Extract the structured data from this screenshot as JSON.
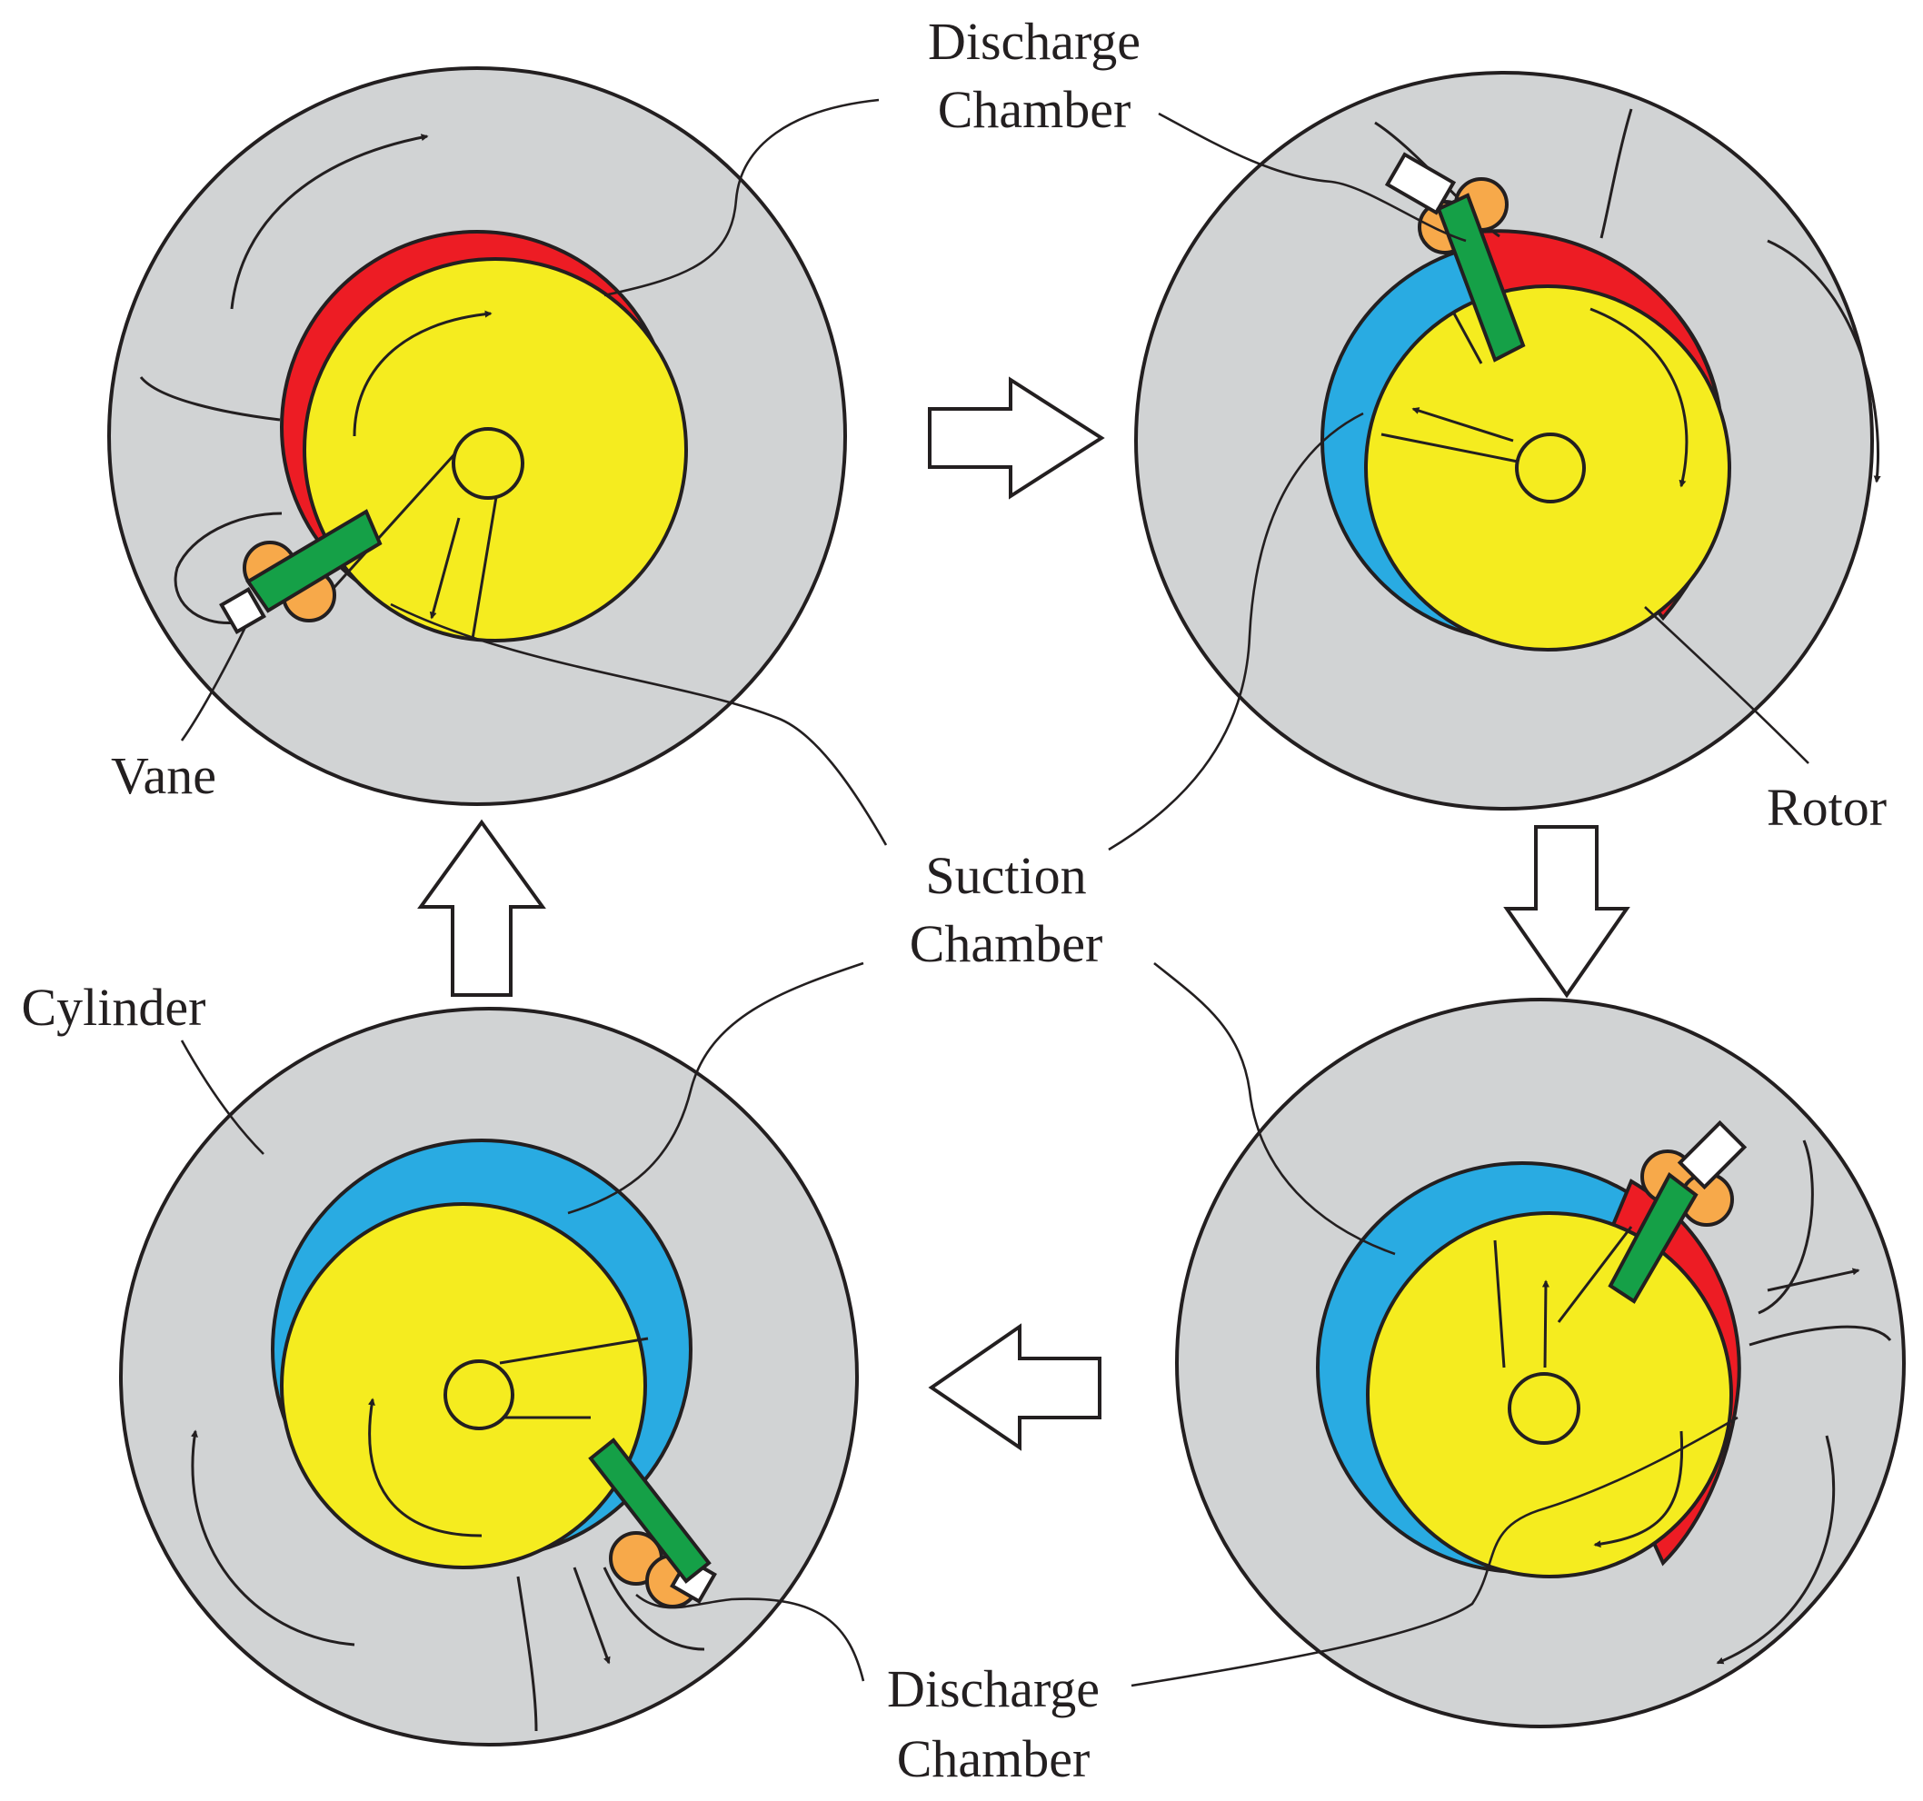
{
  "colors": {
    "cylinder": "#d1d3d4",
    "rotor": "#f5ec1f",
    "discharge": "#ed1c24",
    "suction": "#29abe2",
    "vane": "#15a047",
    "vane_seal": "#f7a94a",
    "vane_tip": "#ffffff",
    "outline": "#231f20"
  },
  "labels": {
    "discharge_top": {
      "line1": "Discharge",
      "line2": "Chamber"
    },
    "suction_mid": {
      "line1": "Suction",
      "line2": "Chamber"
    },
    "discharge_bottom": {
      "line1": "Discharge",
      "line2": "Chamber"
    },
    "vane": "Vane",
    "rotor": "Rotor",
    "cylinder": "Cylinder"
  },
  "stages": [
    "top-left",
    "top-right",
    "bottom-right",
    "bottom-left"
  ],
  "flow_arrows": [
    "right",
    "down",
    "left",
    "up"
  ]
}
